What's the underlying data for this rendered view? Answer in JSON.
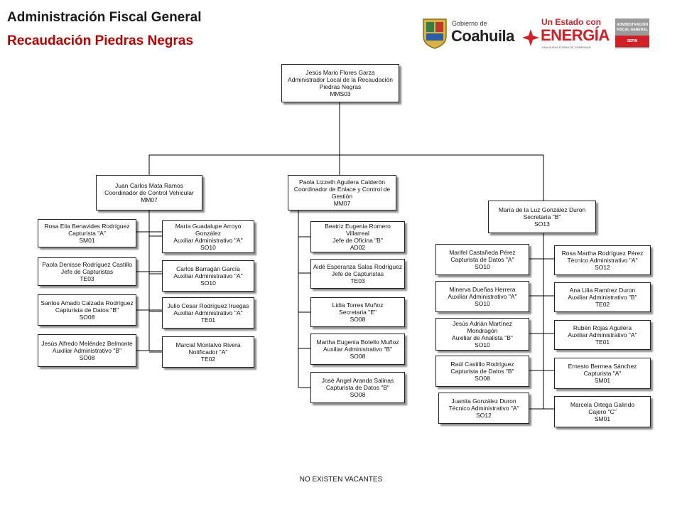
{
  "header": {
    "title": "Administración Fiscal General",
    "subtitle": "Recaudación Piedras Negras"
  },
  "logos": {
    "coahuila_small": "Gobierno de",
    "coahuila_big": "Coahuila",
    "energia_top": "Un Estado con",
    "energia_big": "ENERGÍA",
    "energia_tag": "UNA NUEVA FORMA DE GOBERNAR",
    "afg_line1": "ADMINISTRACIÓN",
    "afg_line2": "FISCAL GENERAL",
    "afg_line3": "SEFIN"
  },
  "colors": {
    "subtitle": "#c00000",
    "energia_red": "#d32027",
    "afg_gray": "#9a9a9a",
    "coahuila_green": "#3a7d44"
  },
  "chart": {
    "root": [
      "Jesús Mario Flores Garza",
      "Administrador Local de la Recaudación",
      "Piedras Negras",
      "MMS03"
    ],
    "coord_left": [
      "Juan Carlos Mata Ramos",
      "Coordinador de Control Vehicular",
      "MM07"
    ],
    "coord_mid": [
      "Paola Lizzeth Aguilera Calderón",
      "Coordinador de Enlace y Control de Gestión",
      "MM07"
    ],
    "coord_right": [
      "María de la Luz González Duron",
      "Secretaria \"B\"",
      "SO13"
    ],
    "left_a": [
      [
        "Rosa Elia Benavides Rodríguez",
        "Capturista \"A\"",
        "SM01"
      ],
      [
        "Paola Denisse Rodríguez Castillo",
        "Jefe de Capturistas",
        "TE03"
      ],
      [
        "Santos Amado Calzada Rodríguez",
        "Capturista de Datos \"B\"",
        "SO08"
      ],
      [
        "Jesús Alfredo Meléndez Belmonte",
        "Auxiliar Administrativo \"B\"",
        "SO08"
      ]
    ],
    "left_b": [
      [
        "María Guadalupe Arroyo González",
        "Auxiliar Administrativo \"A\"",
        "SO10"
      ],
      [
        "Carlos Barragán García",
        "Auxiliar Administrativo \"A\"",
        "SO10"
      ],
      [
        "Julio Cesar Rodríguez Iruegas",
        "Auxiliar Administrativo \"A\"",
        "TE01"
      ],
      [
        "Marcial Montalvo Rivera",
        "Notificador \"A\"",
        "TE02"
      ]
    ],
    "mid": [
      [
        "Beatriz Eugenia Romero Villarreal",
        "Jefe de Oficina \"B\"",
        "AD02"
      ],
      [
        "Aidé Esperanza Salas Rodríguez",
        "Jefe de Capturistas",
        "TE03"
      ],
      [
        "Lidia Torres Muñoz",
        "Secretaria \"E\"",
        "SO08"
      ],
      [
        "Martha Eugenia Botello Muñoz",
        "Auxiliar Administrativo \"B\"",
        "SO08"
      ],
      [
        "José Ángel Aranda Salinas",
        "Capturista de Datos \"B\"",
        "SO08"
      ]
    ],
    "right_a": [
      [
        "Marifel Castañeda Pérez",
        "Capturista de Datos \"A\"",
        "SO10"
      ],
      [
        "Minerva Dueñas Herrera",
        "Auxiliar Administrativo \"A\"",
        "SO10"
      ],
      [
        "Jesús Adrián Martínez Mondragón",
        "Auxiliar de Analista \"B\"",
        "SO10"
      ],
      [
        "Raúl Castillo Rodríguez",
        "Capturista de Datos \"B\"",
        "SO08"
      ],
      [
        "Juanita González Duron",
        "Técnico Administrativo \"A\"",
        "SO12"
      ]
    ],
    "right_b": [
      [
        "Rosa Martha Rodríguez Pérez",
        "Técnico Administrativo \"A\"",
        "SO12"
      ],
      [
        "Ana Lilia Ramírez Duron",
        "Auxiliar Administrativo \"B\"",
        "TE02"
      ],
      [
        "Rubén Rojas Aguilera",
        "Auxiliar Administrativo \"A\"",
        "TE01"
      ],
      [
        "Ernesto Bermea Sánchez",
        "Capturista \"A\"",
        "SM01"
      ],
      [
        "Marcela Ortega Galindo",
        "Cajero \"C\"",
        "SM01"
      ]
    ]
  },
  "footer": "NO EXISTEN VACANTES"
}
